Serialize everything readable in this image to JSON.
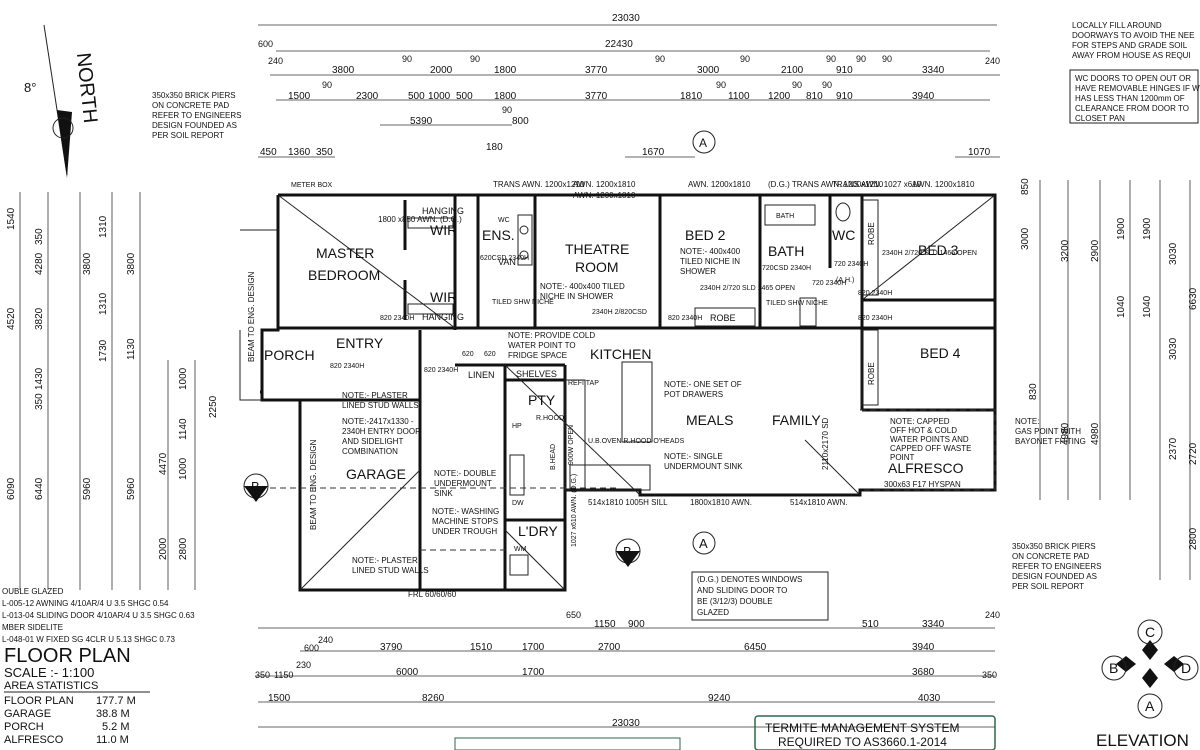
{
  "title": {
    "main": "FLOOR PLAN",
    "scale": "SCALE :- 1:100",
    "area_heading": "AREA STATISTICS"
  },
  "area_stats": [
    {
      "name": "FLOOR PLAN",
      "value": "177.7 M"
    },
    {
      "name": "GARAGE",
      "value": "38.8 M"
    },
    {
      "name": "PORCH",
      "value": "5.2 M"
    },
    {
      "name": "ALFRESCO",
      "value": "11.0 M"
    }
  ],
  "north": {
    "label": "NORTH",
    "angle": "8°"
  },
  "rooms": {
    "master1": "MASTER",
    "master2": "BEDROOM",
    "wir": "WIR",
    "ens": "ENS.",
    "theatre1": "THEATRE",
    "theatre2": "ROOM",
    "bed2": "BED 2",
    "bath": "BATH",
    "wc": "WC",
    "bed3": "BED 3",
    "bed4": "BED 4",
    "kitchen": "KITCHEN",
    "meals": "MEALS",
    "family": "FAMILY",
    "pty": "PTY",
    "garage": "GARAGE",
    "porch": "PORCH",
    "entry": "ENTRY",
    "alfresco": "ALFRESCO",
    "ldry": "L'DRY",
    "linen": "LINEN",
    "shelves": "SHELVES",
    "robe": "ROBE",
    "hanging": "HANGING",
    "van": "VAN"
  },
  "dims": {
    "top1": "23030",
    "top2": "22430",
    "top3": [
      "3800",
      "2000",
      "1800",
      "3770",
      "3000",
      "2100",
      "910",
      "3340"
    ],
    "top4": [
      "1500",
      "2300",
      "500",
      "1000",
      "500",
      "1800",
      "3770",
      "1810",
      "1100",
      "1200",
      "810",
      "910",
      "3940"
    ],
    "top5": "5390",
    "top6": "800",
    "top_90": "90",
    "top_240": "240",
    "top_600": "600",
    "top7": [
      "450",
      "1360",
      "350"
    ],
    "top8": "180",
    "top9": "1670",
    "top10": "1070",
    "bottom1": [
      "3790",
      "1510",
      "1700",
      "2700",
      "6450",
      "3940"
    ],
    "bottom2": [
      "6000",
      "1700"
    ],
    "bottom3": [
      "8260",
      "9240",
      "4030"
    ],
    "bottom4": "23030",
    "bottom_misc": [
      "240",
      "600",
      "230",
      "1150",
      "350",
      "1500",
      "650",
      "1150",
      "900",
      "510",
      "3340",
      "3680",
      "240"
    ],
    "left1": [
      "1540",
      "4280",
      "4520",
      "3820",
      "1430",
      "6090",
      "6440",
      "5960",
      "5960",
      "2000",
      "4470",
      "350"
    ],
    "left2": [
      "350",
      "3800",
      "1310",
      "1310",
      "3800",
      "1130",
      "1730",
      "1000",
      "1140",
      "1000",
      "2250",
      "2800"
    ],
    "right1": [
      "3200",
      "2900",
      "1900",
      "1900",
      "3030",
      "6630",
      "4980",
      "4980",
      "2370",
      "2720",
      "2800",
      "3030",
      "1040",
      "1040"
    ],
    "right_small": [
      "3000",
      "850",
      "830",
      "240",
      "90",
      "910",
      "1900",
      "1900"
    ]
  },
  "notes": {
    "piers": [
      "350x350 BRICK PIERS",
      "ON CONCRETE PAD",
      "REFER TO ENGINEERS",
      "DESIGN FOUNDED AS",
      "PER SOIL REPORT"
    ],
    "piers2": [
      "350x350 BRICK PIERS",
      "ON CONCRETE PAD",
      "REFER TO ENGINEERS",
      "DESIGN FOUNDED AS",
      "PER SOIL REPORT"
    ],
    "fill": [
      "LOCALLY FILL AROUND",
      "DOORWAYS TO AVOID THE NEE",
      "FOR STEPS AND GRADE SOIL",
      "AWAY FROM HOUSE AS REQUI"
    ],
    "wc_doors": [
      "WC DOORS TO OPEN OUT OR",
      "HAVE REMOVABLE HINGES IF WC",
      "HAS LESS THAN 1200mm OF",
      "CLEARANCE FROM DOOR TO",
      "CLOSET PAN"
    ],
    "niche1": [
      "NOTE:- 400x400 TILED",
      "NICHE IN SHOWER"
    ],
    "niche2": [
      "NOTE:- 400x400",
      "TILED NICHE IN",
      "SHOWER"
    ],
    "cold_water": [
      "NOTE: PROVIDE COLD",
      "WATER POINT TO",
      "FRIDGE SPACE"
    ],
    "plaster1": [
      "NOTE:- PLASTER",
      "LINED STUD WALLS"
    ],
    "entry_door": [
      "NOTE:-2417x1330 -",
      "2340H ENTRY DOOR",
      "AND SIDELIGHT",
      "COMBINATION"
    ],
    "sink": [
      "NOTE:- DOUBLE",
      "UNDERMOUNT",
      "SINK"
    ],
    "washing": [
      "NOTE:- WASHING",
      "MACHINE STOPS",
      "UNDER TROUGH"
    ],
    "plaster2": [
      "NOTE:- PLASTER",
      "LINED STUD WALLS"
    ],
    "pot": [
      "NOTE:- ONE SET OF",
      "POT DRAWERS"
    ],
    "single_sink": [
      "NOTE:- SINGLE",
      "UNDERMOUNT SINK"
    ],
    "capped": [
      "NOTE: CAPPED",
      "OFF HOT & COLD",
      "WATER POINTS AND",
      "CAPPED OFF WASTE",
      "POINT"
    ],
    "gas": [
      "NOTE:",
      "GAS POINT WITH",
      "BAYONET FITTING"
    ],
    "dg": [
      "(D.G.) DENOTES WINDOWS",
      "AND SLIDING DOOR TO",
      "BE (3/12/3) DOUBLE",
      "GLAZED"
    ],
    "glazing": [
      "OUBLE GLAZED",
      "L-005-12 AWNING 4/10AR/4 U 3.5 SHGC 0.54",
      "L-013-04 SLIDING DOOR 4/10AR/4 U 3.5 SHGC 0.63",
      "MBER SIDELITE",
      "L-048-01 W FIXED SG 4CLR U 5.13 SHGC 0.73"
    ],
    "frl": "FRL 60/60/60",
    "beam1": "BEAM TO ENG. DESIGN",
    "beam2": "BEAM TO ENG. DESIGN",
    "alfresco_beam": "300x63 F17 HYSPAN",
    "termite1": "TERMITE MANAGEMENT SYSTEM",
    "termite2": "REQUIRED TO AS3660.1-2014",
    "elevation": "ELEVATION",
    "section": "B",
    "section_a": "A"
  },
  "windows": [
    "1800 x850 AWN. (D.G.)",
    "AWN. 1200x1810",
    "AWN. 1200x1810",
    "TRANS AWN. 1200x1210",
    "AWN. 1200x1810",
    "(D.G.) TRANS AWN. 1200x1210",
    "TRANS AWN. 1027 x610",
    "AWN. 1200x1810",
    "1800x1810 AWN.",
    "514x1810 AWN.",
    "514x1810 1005H SILL",
    "2110x2170 SD"
  ],
  "door_labels": [
    "820 2340H",
    "720 2340H",
    "720 2340H",
    "620",
    "620",
    "2340H 2/720 SLD 1465 OPEN",
    "2340H 2/720 SLD 1465 OPEN",
    "2340H 2/820CSD",
    "620CSD 2340H",
    "720CSD 2340H",
    "METER BOX",
    "TILED SHW NICHE",
    "TILED SHW NICHE",
    "BATH",
    "WC",
    "(A.H.)",
    "U.B.OVEN R.HOOD O'HEADS",
    "R.HOOD",
    "B.HEAD",
    "900W OPEN",
    "HP",
    "DW",
    "REFI TAP",
    "WM",
    "1027 x610 AWN. (D.G.)"
  ],
  "compass": {
    "n": "C",
    "w": "B",
    "e": "D",
    "s": "A"
  }
}
